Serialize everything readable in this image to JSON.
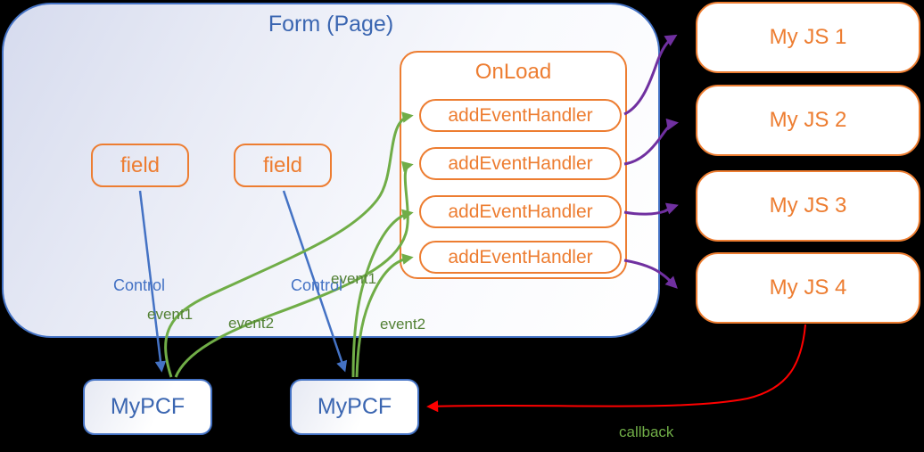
{
  "colors": {
    "background": "#000000",
    "blue": "#4472C4",
    "blue_text": "#3B66B1",
    "orange": "#ED7D31",
    "green_line": "#70AD47",
    "green_text": "#538135",
    "purple": "#7030A0",
    "red": "#FF0000"
  },
  "form": {
    "title": "Form (Page)"
  },
  "fields": [
    {
      "label": "field"
    },
    {
      "label": "field"
    }
  ],
  "onload": {
    "title": "OnLoad",
    "handlers": [
      "addEventHandler",
      "addEventHandler",
      "addEventHandler",
      "addEventHandler"
    ]
  },
  "js_modules": [
    {
      "label": "My JS 1"
    },
    {
      "label": "My JS 2"
    },
    {
      "label": "My JS 3"
    },
    {
      "label": "My JS 4"
    }
  ],
  "pcf_controls": [
    {
      "label": "MyPCF"
    },
    {
      "label": "MyPCF"
    }
  ],
  "connector_labels": {
    "control_left": "Control",
    "control_right": "Control",
    "event1_left": "event1",
    "event2_left": "event2",
    "event1_right": "event1",
    "event2_right": "event2",
    "callback": "callback"
  }
}
